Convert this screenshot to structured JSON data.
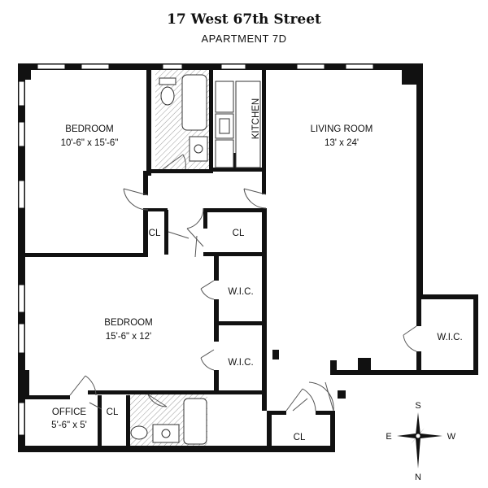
{
  "header": {
    "title": "17 West 67th Street",
    "subtitle": "APARTMENT 7D"
  },
  "rooms": {
    "bedroom1": {
      "name": "BEDROOM",
      "dims": "10'-6\" x 15'-6\""
    },
    "bedroom2": {
      "name": "BEDROOM",
      "dims": "15'-6\" x 12'"
    },
    "living": {
      "name": "LIVING ROOM",
      "dims": "13' x 24'"
    },
    "kitchen": {
      "name": "KITCHEN"
    },
    "office": {
      "name": "OFFICE",
      "dims": "5'-6\" x 5'"
    },
    "closet_a": {
      "name": "CL"
    },
    "closet_b": {
      "name": "CL"
    },
    "closet_office": {
      "name": "CL"
    },
    "closet_entry": {
      "name": "CL"
    },
    "wic_1": {
      "name": "W.I.C."
    },
    "wic_2": {
      "name": "W.I.C."
    },
    "wic_living": {
      "name": "W.I.C."
    }
  },
  "compass": {
    "north": "N",
    "south": "S",
    "east": "E",
    "west": "W"
  }
}
